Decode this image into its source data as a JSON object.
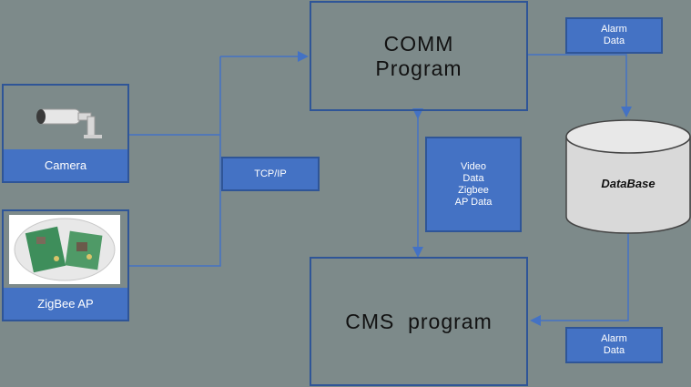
{
  "comm": {
    "title": "COMM\nProgram"
  },
  "cms": {
    "title": "CMS  program"
  },
  "camera": {
    "label": "Camera",
    "icon": "camera-icon"
  },
  "zigbee": {
    "label": "ZigBee AP",
    "icon": "circuit-board-icon"
  },
  "tcpip": {
    "label": "TCP/IP"
  },
  "middle_data": {
    "label": "Video\nData\nZigbee\nAP Data"
  },
  "alarm_top": {
    "label": "Alarm\nData"
  },
  "alarm_bottom": {
    "label": "Alarm\nData"
  },
  "database": {
    "label": "DataBase"
  },
  "colors": {
    "background": "#7d8a8a",
    "box_fill": "#4472c4",
    "border": "#2f5597",
    "line": "#4472c4"
  }
}
